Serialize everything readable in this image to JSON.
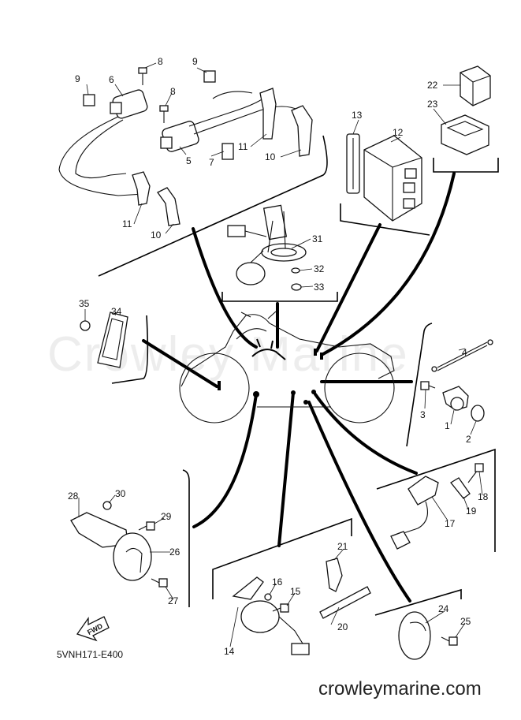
{
  "watermark": "Crowley Marine",
  "diagram_code": "5VNH171-E400",
  "fwd_label": "FWD",
  "footer_url": "crowleymarine.com",
  "callouts": {
    "c1": "1",
    "c2": "2",
    "c3": "3",
    "c4": "4",
    "c5": "5",
    "c6": "6",
    "c7": "7",
    "c8a": "8",
    "c8b": "8",
    "c9a": "9",
    "c9b": "9",
    "c10a": "10",
    "c10b": "10",
    "c11a": "11",
    "c11b": "11",
    "c12": "12",
    "c13": "13",
    "c14": "14",
    "c15": "15",
    "c16": "16",
    "c17": "17",
    "c18": "18",
    "c19": "19",
    "c20": "20",
    "c21": "21",
    "c22": "22",
    "c23": "23",
    "c24": "24",
    "c25": "25",
    "c26": "26",
    "c27": "27",
    "c28": "28",
    "c29": "29",
    "c30": "30",
    "c31": "31",
    "c32": "32",
    "c33": "33",
    "c34": "34",
    "c35": "35"
  }
}
